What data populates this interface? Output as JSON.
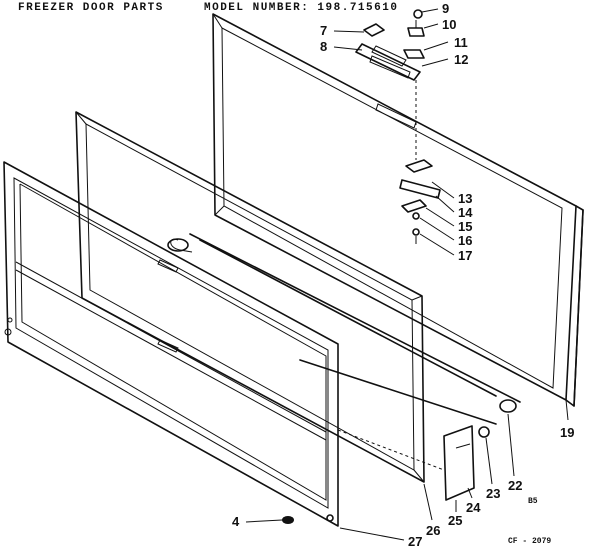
{
  "header": {
    "title": "FREEZER DOOR PARTS",
    "model_label": "MODEL NUMBER: 198.715610"
  },
  "callouts": [
    "9",
    "10",
    "11",
    "12",
    "7",
    "8",
    "13",
    "14",
    "15",
    "16",
    "17",
    "19",
    "22",
    "23",
    "24",
    "25",
    "26",
    "27",
    "4"
  ],
  "codes": {
    "b5": "B5",
    "drawing": "CF - 2079"
  }
}
